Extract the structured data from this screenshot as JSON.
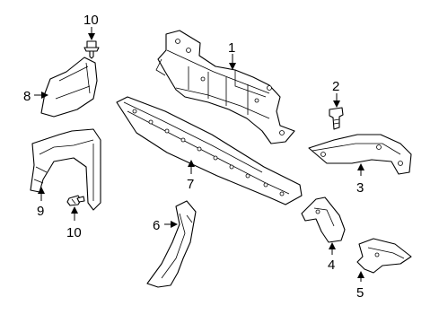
{
  "callouts": {
    "c1": "1",
    "c2": "2",
    "c3": "3",
    "c4": "4",
    "c5": "5",
    "c6": "6",
    "c7": "7",
    "c8": "8",
    "c9": "9",
    "c10_top": "10",
    "c10_bottom": "10"
  },
  "colors": {
    "line": "#000000",
    "background": "#ffffff"
  }
}
